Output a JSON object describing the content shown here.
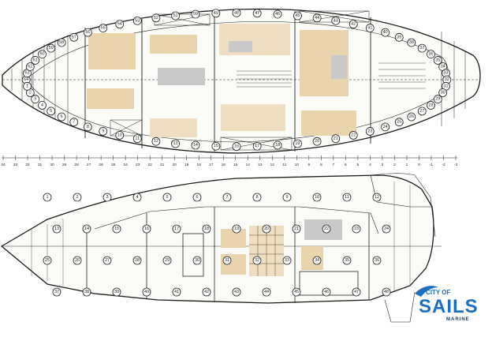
{
  "drawing": {
    "plan_labels": [
      "64",
      "63",
      "62",
      "61",
      "60",
      "59",
      "58",
      "57",
      "56",
      "55",
      "54",
      "53",
      "52",
      "51",
      "50",
      "49",
      "48",
      "47",
      "46",
      "45",
      "44",
      "43",
      "42",
      "41",
      "40",
      "39",
      "38",
      "37",
      "36",
      "35",
      "34",
      "33",
      "32",
      "31",
      "30",
      "29",
      "28",
      "27",
      "26",
      "25",
      "24",
      "23",
      "22",
      "21",
      "20",
      "19",
      "18",
      "17",
      "16",
      "15",
      "14",
      "13",
      "12",
      "11",
      "10",
      "9",
      "8",
      "7",
      "6",
      "5",
      "4",
      "3",
      "2",
      "1"
    ],
    "profile_labels": [
      "1",
      "2",
      "3",
      "4",
      "5",
      "6",
      "7",
      "8",
      "9",
      "10",
      "11",
      "12",
      "13",
      "14",
      "15",
      "16",
      "17",
      "18",
      "19",
      "20",
      "21",
      "22",
      "23",
      "24",
      "25",
      "26",
      "27",
      "28",
      "29",
      "30",
      "31",
      "32",
      "33",
      "34",
      "35",
      "36",
      "37",
      "38",
      "39",
      "40",
      "41",
      "42",
      "43",
      "44",
      "45",
      "46",
      "47",
      "48"
    ],
    "scale_ticks": [
      "34",
      "33",
      "32",
      "31",
      "30",
      "29",
      "28",
      "27",
      "26",
      "25",
      "24",
      "23",
      "22",
      "21",
      "20",
      "19",
      "18",
      "17",
      "16",
      "15",
      "14",
      "13",
      "12",
      "11",
      "10",
      "9",
      "8",
      "7",
      "6",
      "5",
      "4",
      "3",
      "2",
      "1",
      "0",
      "-1",
      "-2",
      "-3"
    ]
  },
  "logo": {
    "line1": "CITY OF",
    "line2": "SAILS",
    "line3": "MARINE",
    "color": "#1a6fc4"
  }
}
